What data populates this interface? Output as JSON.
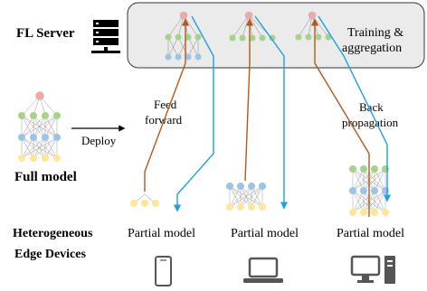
{
  "server": {
    "label": "FL Server",
    "box_label_1": "Training &",
    "box_label_2": "aggregation"
  },
  "full_model": {
    "label": "Full model",
    "deploy": "Deploy"
  },
  "flows": {
    "feed_forward_1": "Feed",
    "feed_forward_2": "forward",
    "back_prop_1": "Back",
    "back_prop_2": "propagation"
  },
  "devices": {
    "heading_1": "Heterogeneous",
    "heading_2": "Edge Devices",
    "partial_labels": [
      "Partial model",
      "Partial model",
      "Partial model"
    ],
    "icons": [
      "phone-icon",
      "laptop-icon",
      "desktop-icon"
    ]
  },
  "colors": {
    "feed_forward": "#b5581b",
    "back_propagation": "#1da1e0",
    "node_red": "#f4a7a7",
    "node_green": "#a9d18e",
    "node_blue": "#9dc3e6",
    "node_yellow": "#ffe699",
    "server_box": "#ebebeb"
  }
}
